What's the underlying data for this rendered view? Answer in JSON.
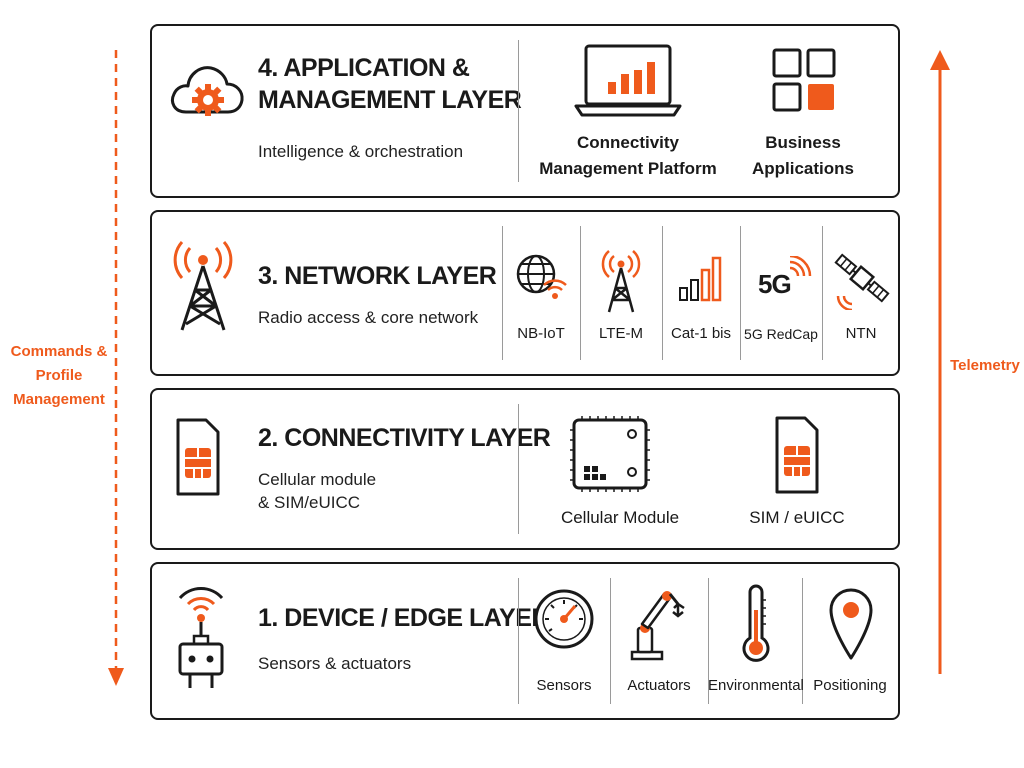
{
  "colors": {
    "accent": "#ef5a1c",
    "ink": "#1a1a1a"
  },
  "left_side": {
    "text_lines": [
      "Commands &",
      "Profile",
      "Management"
    ]
  },
  "right_side": {
    "text": "Telemetry"
  },
  "layers": {
    "application": {
      "title_lines": [
        "4. APPLICATION &",
        "MANAGEMENT LAYER"
      ],
      "subtitle": "Intelligence & orchestration",
      "icon": "cloud-gear-icon",
      "items": [
        {
          "icon": "laptop-chart-icon",
          "label_lines": [
            "Connectivity",
            "Management Platform"
          ]
        },
        {
          "icon": "app-grid-icon",
          "label_lines": [
            "Business",
            "Applications"
          ]
        }
      ]
    },
    "network": {
      "title": "3. NETWORK LAYER",
      "subtitle": "Radio access & core network",
      "icon": "cell-tower-icon",
      "items": [
        {
          "icon": "globe-wifi-icon",
          "label": "NB-IoT"
        },
        {
          "icon": "antenna-icon",
          "label": "LTE-M"
        },
        {
          "icon": "signal-bars-icon",
          "label": "Cat-1 bis"
        },
        {
          "icon": "5g-icon",
          "label": "5G RedCap",
          "badge": "5G"
        },
        {
          "icon": "satellite-icon",
          "label": "NTN"
        }
      ]
    },
    "connectivity": {
      "title": "2. CONNECTIVITY LAYER",
      "subtitle_lines": [
        "Cellular module",
        "& SIM/eUICC"
      ],
      "icon": "sim-card-icon",
      "items": [
        {
          "icon": "cellular-module-icon",
          "label": "Cellular Module"
        },
        {
          "icon": "sim-card-icon",
          "label": "SIM / eUICC"
        }
      ]
    },
    "device": {
      "title": "1. DEVICE / EDGE LAYER",
      "subtitle": "Sensors & actuators",
      "icon": "iot-device-icon",
      "items": [
        {
          "icon": "gauge-icon",
          "label": "Sensors"
        },
        {
          "icon": "robot-arm-icon",
          "label": "Actuators"
        },
        {
          "icon": "thermometer-icon",
          "label": "Environmental"
        },
        {
          "icon": "location-pin-icon",
          "label": "Positioning"
        }
      ]
    }
  }
}
